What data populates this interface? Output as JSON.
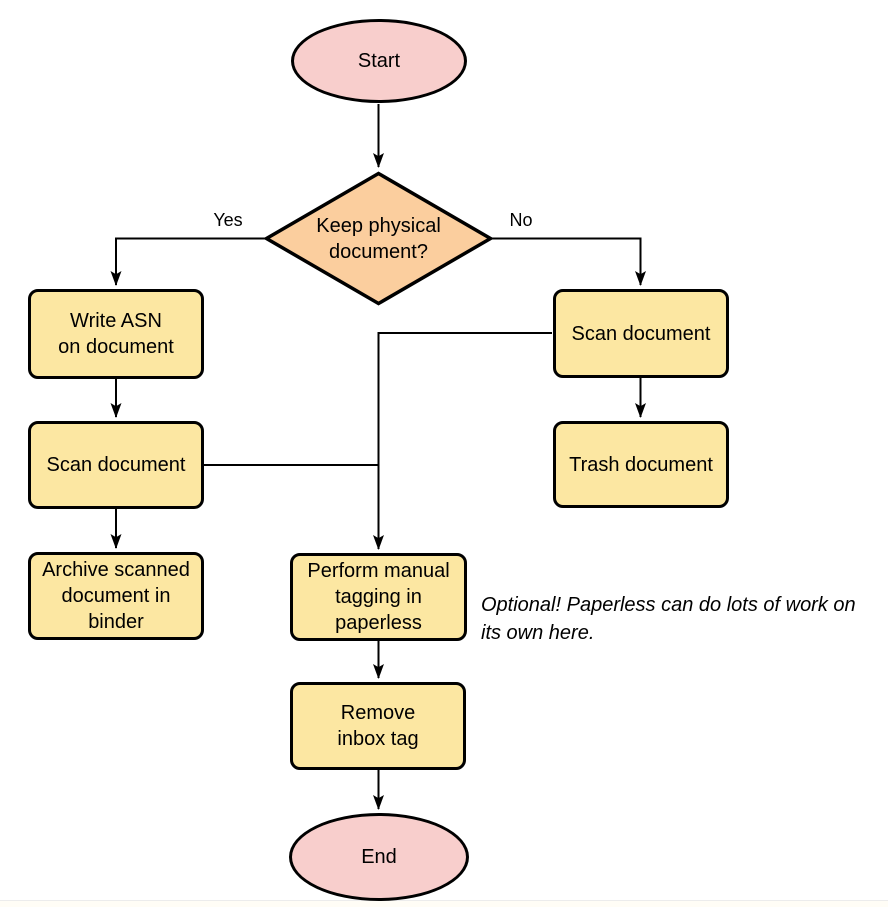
{
  "colors": {
    "pink": "#f8cecc",
    "orange": "#fbce9e",
    "yellow": "#fce7a2",
    "stroke": "#000000",
    "line": "#000000"
  },
  "nodes": {
    "start": {
      "label": "Start",
      "shape": "ellipse"
    },
    "decision": {
      "label": "Keep physical\ndocument?",
      "shape": "diamond"
    },
    "write_asn": {
      "label": "Write ASN\non document",
      "shape": "rect"
    },
    "scan_left": {
      "label": "Scan document",
      "shape": "rect"
    },
    "archive": {
      "label": "Archive scanned\ndocument in\nbinder",
      "shape": "rect"
    },
    "scan_right": {
      "label": "Scan document",
      "shape": "rect"
    },
    "trash": {
      "label": "Trash document",
      "shape": "rect"
    },
    "tagging": {
      "label": "Perform manual\ntagging in\npaperless",
      "shape": "rect"
    },
    "remove_inbox": {
      "label": "Remove\ninbox tag",
      "shape": "rect"
    },
    "end": {
      "label": "End",
      "shape": "ellipse"
    }
  },
  "edge_labels": {
    "yes": "Yes",
    "no": "No"
  },
  "annotation": {
    "text": "Optional! Paperless can do lots of work on\nits own here."
  }
}
